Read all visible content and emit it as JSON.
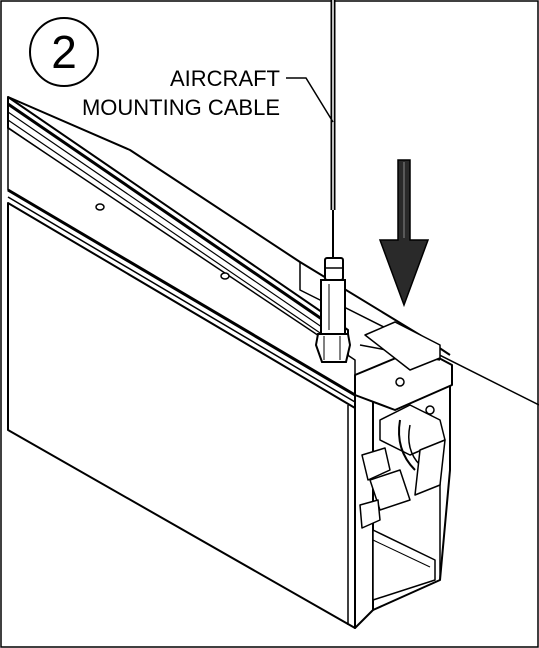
{
  "step": {
    "number": "2"
  },
  "callout": {
    "line1": "AIRCRAFT",
    "line2": "MOUNTING CABLE"
  },
  "icons": {
    "arrow": "down-arrow-icon",
    "fixture": "light-fixture-housing",
    "cable": "aircraft-cable",
    "gripper": "cable-gripper"
  },
  "colors": {
    "ink": "#000000",
    "paper": "#ffffff",
    "arrow_fill": "#2a2a2a"
  }
}
